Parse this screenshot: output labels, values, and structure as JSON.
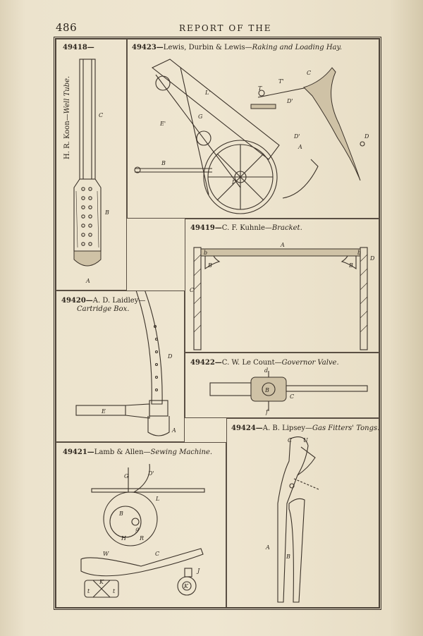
{
  "header": {
    "page_number": "486",
    "running_head": "REPORT OF THE"
  },
  "patents": [
    {
      "number": "49418—",
      "inventor": "H. R. Koon—",
      "title": "Well Tube."
    },
    {
      "number": "49423—",
      "inventor": "Lewis, Durbin & Lewis—",
      "title": "Raking and Loading Hay."
    },
    {
      "number": "49419—",
      "inventor": "C. F. Kuhnle—",
      "title": "Bracket."
    },
    {
      "number": "49420—",
      "inventor": "A. D. Laidley—",
      "title": "Cartridge Box."
    },
    {
      "number": "49422—",
      "inventor": "C. W. Le Count—",
      "title": "Governor Valve."
    },
    {
      "number": "49421—",
      "inventor": "Lamb & Allen—",
      "title": "Sewing Machine."
    },
    {
      "number": "49424—",
      "inventor": "A. B. Lipsey—",
      "title": "Gas Fitters' Tongs."
    }
  ],
  "figure_labels": {
    "well_tube": [
      "C",
      "B",
      "A"
    ],
    "hay_rake": [
      "T",
      "T'",
      "C",
      "L'",
      "D",
      "D'",
      "D'",
      "E'",
      "G",
      "B",
      "I",
      "A"
    ],
    "bracket": [
      "A",
      "b",
      "b",
      "B",
      "B",
      "D",
      "C"
    ],
    "cartridge_box": [
      "D",
      "E",
      "A"
    ],
    "governor_valve": [
      "d",
      "B",
      "C",
      "f"
    ],
    "sewing_machine": [
      "G",
      "D'",
      "L",
      "B",
      "g",
      "H",
      "R",
      "W",
      "C",
      "J",
      "K",
      "t",
      "t",
      "K"
    ],
    "tongs": [
      "C",
      "U",
      "A",
      "B"
    ]
  }
}
